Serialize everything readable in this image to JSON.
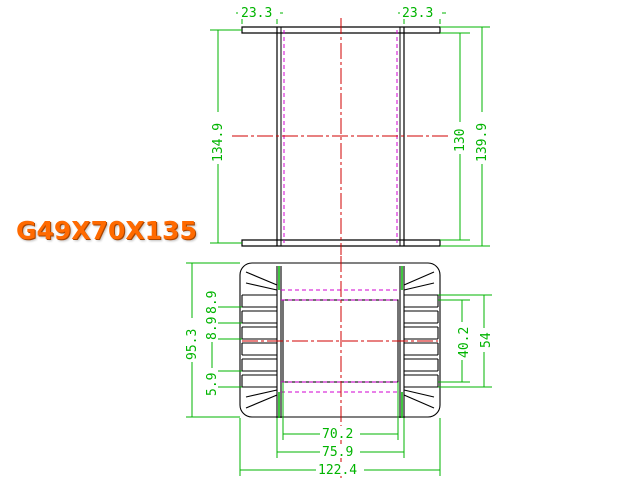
{
  "part_label": "G49X70X135",
  "colors": {
    "outline": "#000000",
    "dimension": "#00b400",
    "hidden_line": "#d000d0",
    "center_line": "#d00000",
    "label": "#ff6a00"
  },
  "top_view": {
    "dim_left_flange": "23.3",
    "dim_right_flange": "23.3",
    "dim_inner_height": "134.9",
    "dim_outer_130": "130",
    "dim_outer_139": "139.9"
  },
  "bottom_view": {
    "dim_overall_height": "95.3",
    "dim_slot_upper": "8.9",
    "dim_slot_mid": "8.9",
    "dim_slot_lower": "5.9",
    "dim_core_width": "40.2",
    "dim_right_height": "54",
    "dim_inner_width": "70.2",
    "dim_mid_width": "75.9",
    "dim_overall_width": "122.4"
  }
}
